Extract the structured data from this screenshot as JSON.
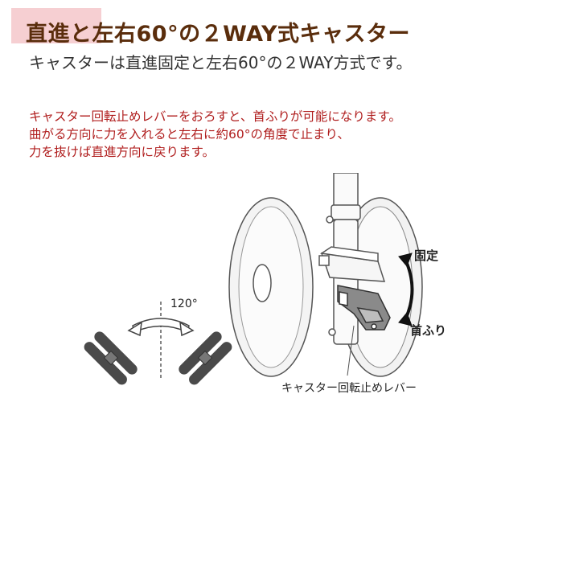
{
  "header": {
    "title": "直進と左右60°の２WAY式キャスター",
    "subtitle": "キャスターは直進固定と左右60°の２WAY方式です。"
  },
  "notes": [
    "キャスター回転止めレバーをおろすと、首ふりが可能になります。",
    "曲がる方向に力を入れると左右に約60°の角度で止まり、",
    "力を抜けば直進方向に戻ります。"
  ],
  "figure": {
    "angle_label": "120°",
    "lock_label": "固定",
    "swivel_label": "首ふり",
    "lever_label": "キャスター回転止めレバー",
    "swivel_angle_deg": 120
  },
  "colors": {
    "title": "#5a2d0c",
    "notes": "#b01e1e",
    "accent": "#f6cfd2",
    "wheel_dark": "#4a4a4a"
  }
}
